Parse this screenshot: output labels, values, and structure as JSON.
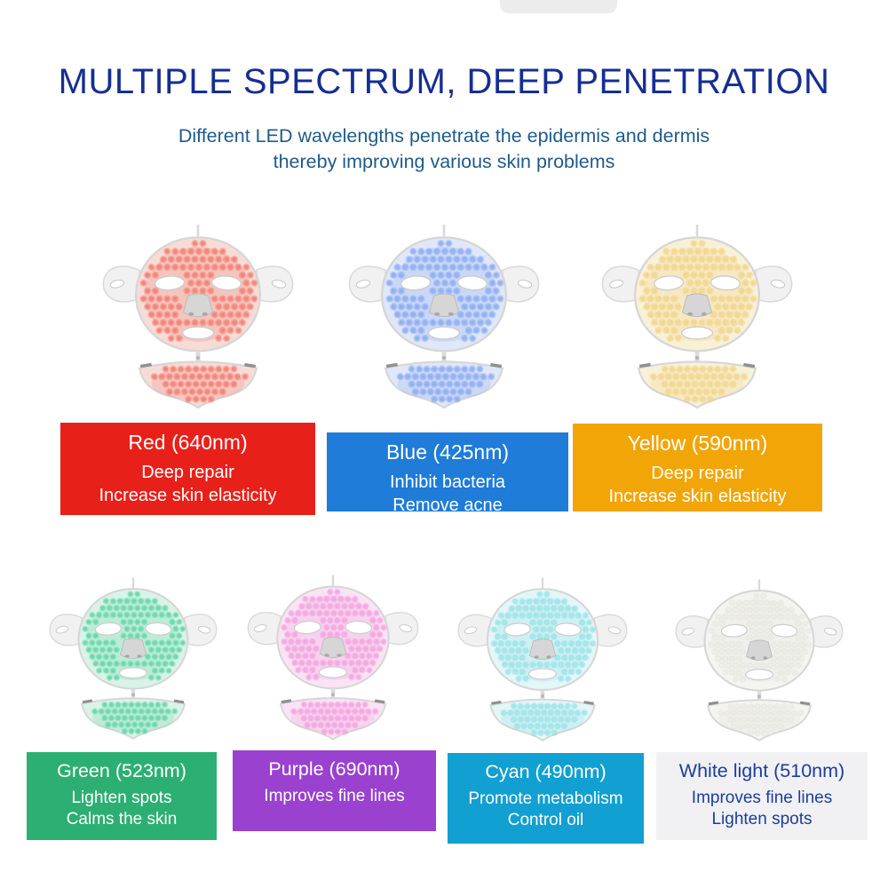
{
  "header": {
    "title": "MULTIPLE SPECTRUM, DEEP PENETRATION",
    "subtitle_line1": "Different LED wavelengths penetrate the epidermis and dermis",
    "subtitle_line2": "thereby improving various skin problems",
    "title_color": "#162e92",
    "subtitle_color": "#1f5b8a"
  },
  "masks": [
    {
      "id": "red",
      "label": "Red (640nm)",
      "lines": [
        "Deep repair",
        "Increase skin elasticity"
      ],
      "box_color": "#e8201a",
      "text_color": "#ffffff",
      "led_color": "#f4837a",
      "led_glow": "#ee5140",
      "tint": "#f7dcd6"
    },
    {
      "id": "blue",
      "label": "Blue (425nm)",
      "lines": [
        "Inhibit bacteria",
        "Remove acne"
      ],
      "box_color": "#1f7cd8",
      "text_color": "#ffffff",
      "led_color": "#8fb1f4",
      "led_glow": "#5c86ea",
      "tint": "#dfe7f9"
    },
    {
      "id": "yellow",
      "label": "Yellow (590nm)",
      "lines": [
        "Deep repair",
        "Increase skin elasticity"
      ],
      "box_color": "#f2a506",
      "text_color": "#ffffff",
      "led_color": "#f2d88e",
      "led_glow": "#ecc35a",
      "tint": "#f9f0d8"
    },
    {
      "id": "green",
      "label": "Green (523nm)",
      "lines": [
        "Lighten spots",
        "Calms the skin"
      ],
      "box_color": "#2caf72",
      "text_color": "#ffffff",
      "led_color": "#63dbac",
      "led_glow": "#2ec489",
      "tint": "#daf3e8"
    },
    {
      "id": "purple",
      "label": "Purple (690nm)",
      "lines": [
        "Improves fine lines"
      ],
      "box_color": "#9a41d0",
      "text_color": "#ffffff",
      "led_color": "#f6a6e3",
      "led_glow": "#ee77d1",
      "tint": "#fae3f4"
    },
    {
      "id": "cyan",
      "label": "Cyan (490nm)",
      "lines": [
        "Promote metabolism",
        "Control oil"
      ],
      "box_color": "#11a0d1",
      "text_color": "#ffffff",
      "led_color": "#a0e7eb",
      "led_glow": "#5ed2da",
      "tint": "#e3f6f8"
    },
    {
      "id": "white",
      "label": "White light (510nm)",
      "lines": [
        "Improves fine lines",
        "Lighten spots"
      ],
      "box_color": "#f1f1f4",
      "text_color": "#1c3e9b",
      "led_color": "#edede5",
      "led_glow": "#dcdcd2",
      "tint": "#f4f4f0"
    }
  ]
}
